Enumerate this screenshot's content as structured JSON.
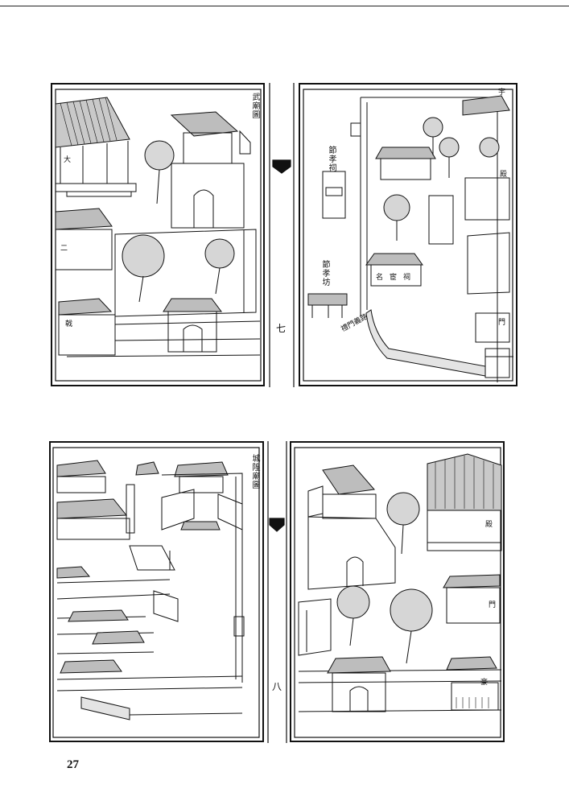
{
  "spread_top": {
    "left_page": {
      "title": "武廟圖",
      "label_hall": "大",
      "label_side": "二",
      "label_gate": "戟"
    },
    "right_page": {
      "label_corner": "宇",
      "label_pavilion": "節孝祠",
      "label_memorial_gate": "節孝坊",
      "label_hall": "名宦祠",
      "label_path": "禮門義路",
      "label_side_1": "殿",
      "label_side_2": "門"
    },
    "folio": "七"
  },
  "spread_bottom": {
    "left_page": {
      "title": "城隍廟圖"
    },
    "right_page": {
      "label_hall": "殿",
      "label_gate": "門",
      "label_corner": "豪"
    },
    "folio": "八"
  },
  "page_number": "27"
}
